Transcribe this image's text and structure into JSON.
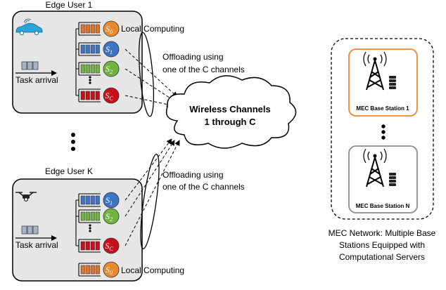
{
  "edge_user_1": {
    "title": "Edge User 1",
    "task_arrival": "Task arrival",
    "local_computing": "Local Computing",
    "offloading_line1": "Offloading using",
    "offloading_line2": "one of the C channels",
    "servers": [
      {
        "name": "S",
        "sub": "0",
        "color": "#e8892f",
        "queue_color": "#e0732a"
      },
      {
        "name": "S",
        "sub": "1",
        "color": "#3d74c5",
        "queue_color": "#3d74c5"
      },
      {
        "name": "S",
        "sub": "2",
        "color": "#6fb43f",
        "queue_color": "#6fb43f"
      },
      {
        "name": "S",
        "sub": "C",
        "color": "#c8101a",
        "queue_color": "#c8101a"
      }
    ]
  },
  "edge_user_k": {
    "title": "Edge User K",
    "task_arrival": "Task arrival",
    "local_computing": "Local Computing",
    "offloading_line1": "Offloading using",
    "offloading_line2": "one of the C channels",
    "servers": [
      {
        "name": "S",
        "sub": "1",
        "color": "#3d74c5",
        "queue_color": "#3d74c5"
      },
      {
        "name": "S",
        "sub": "2",
        "color": "#6fb43f",
        "queue_color": "#6fb43f"
      },
      {
        "name": "S",
        "sub": "C",
        "color": "#c8101a",
        "queue_color": "#c8101a"
      },
      {
        "name": "S",
        "sub": "0",
        "color": "#e8892f",
        "queue_color": "#e0732a"
      }
    ]
  },
  "cloud": {
    "line1": "Wireless Channels",
    "line2": "1 through C"
  },
  "mec_network": {
    "station_1": "MEC Base Station 1",
    "station_n": "MEC Base Station N",
    "caption": [
      "MEC Network: Multiple Base",
      "Stations Equipped with",
      "Computational Servers"
    ],
    "station_1_border": "#e8892f",
    "station_n_border": "#8c8c8c"
  },
  "colors": {
    "user_box_fill": "#e6e6e6",
    "queue_gray": "#a9b4c2",
    "queue_edge": "#3a4a5c"
  },
  "icons": [
    "car-icon",
    "drone-icon",
    "base-station-tower-icon",
    "server-stack-icon"
  ]
}
